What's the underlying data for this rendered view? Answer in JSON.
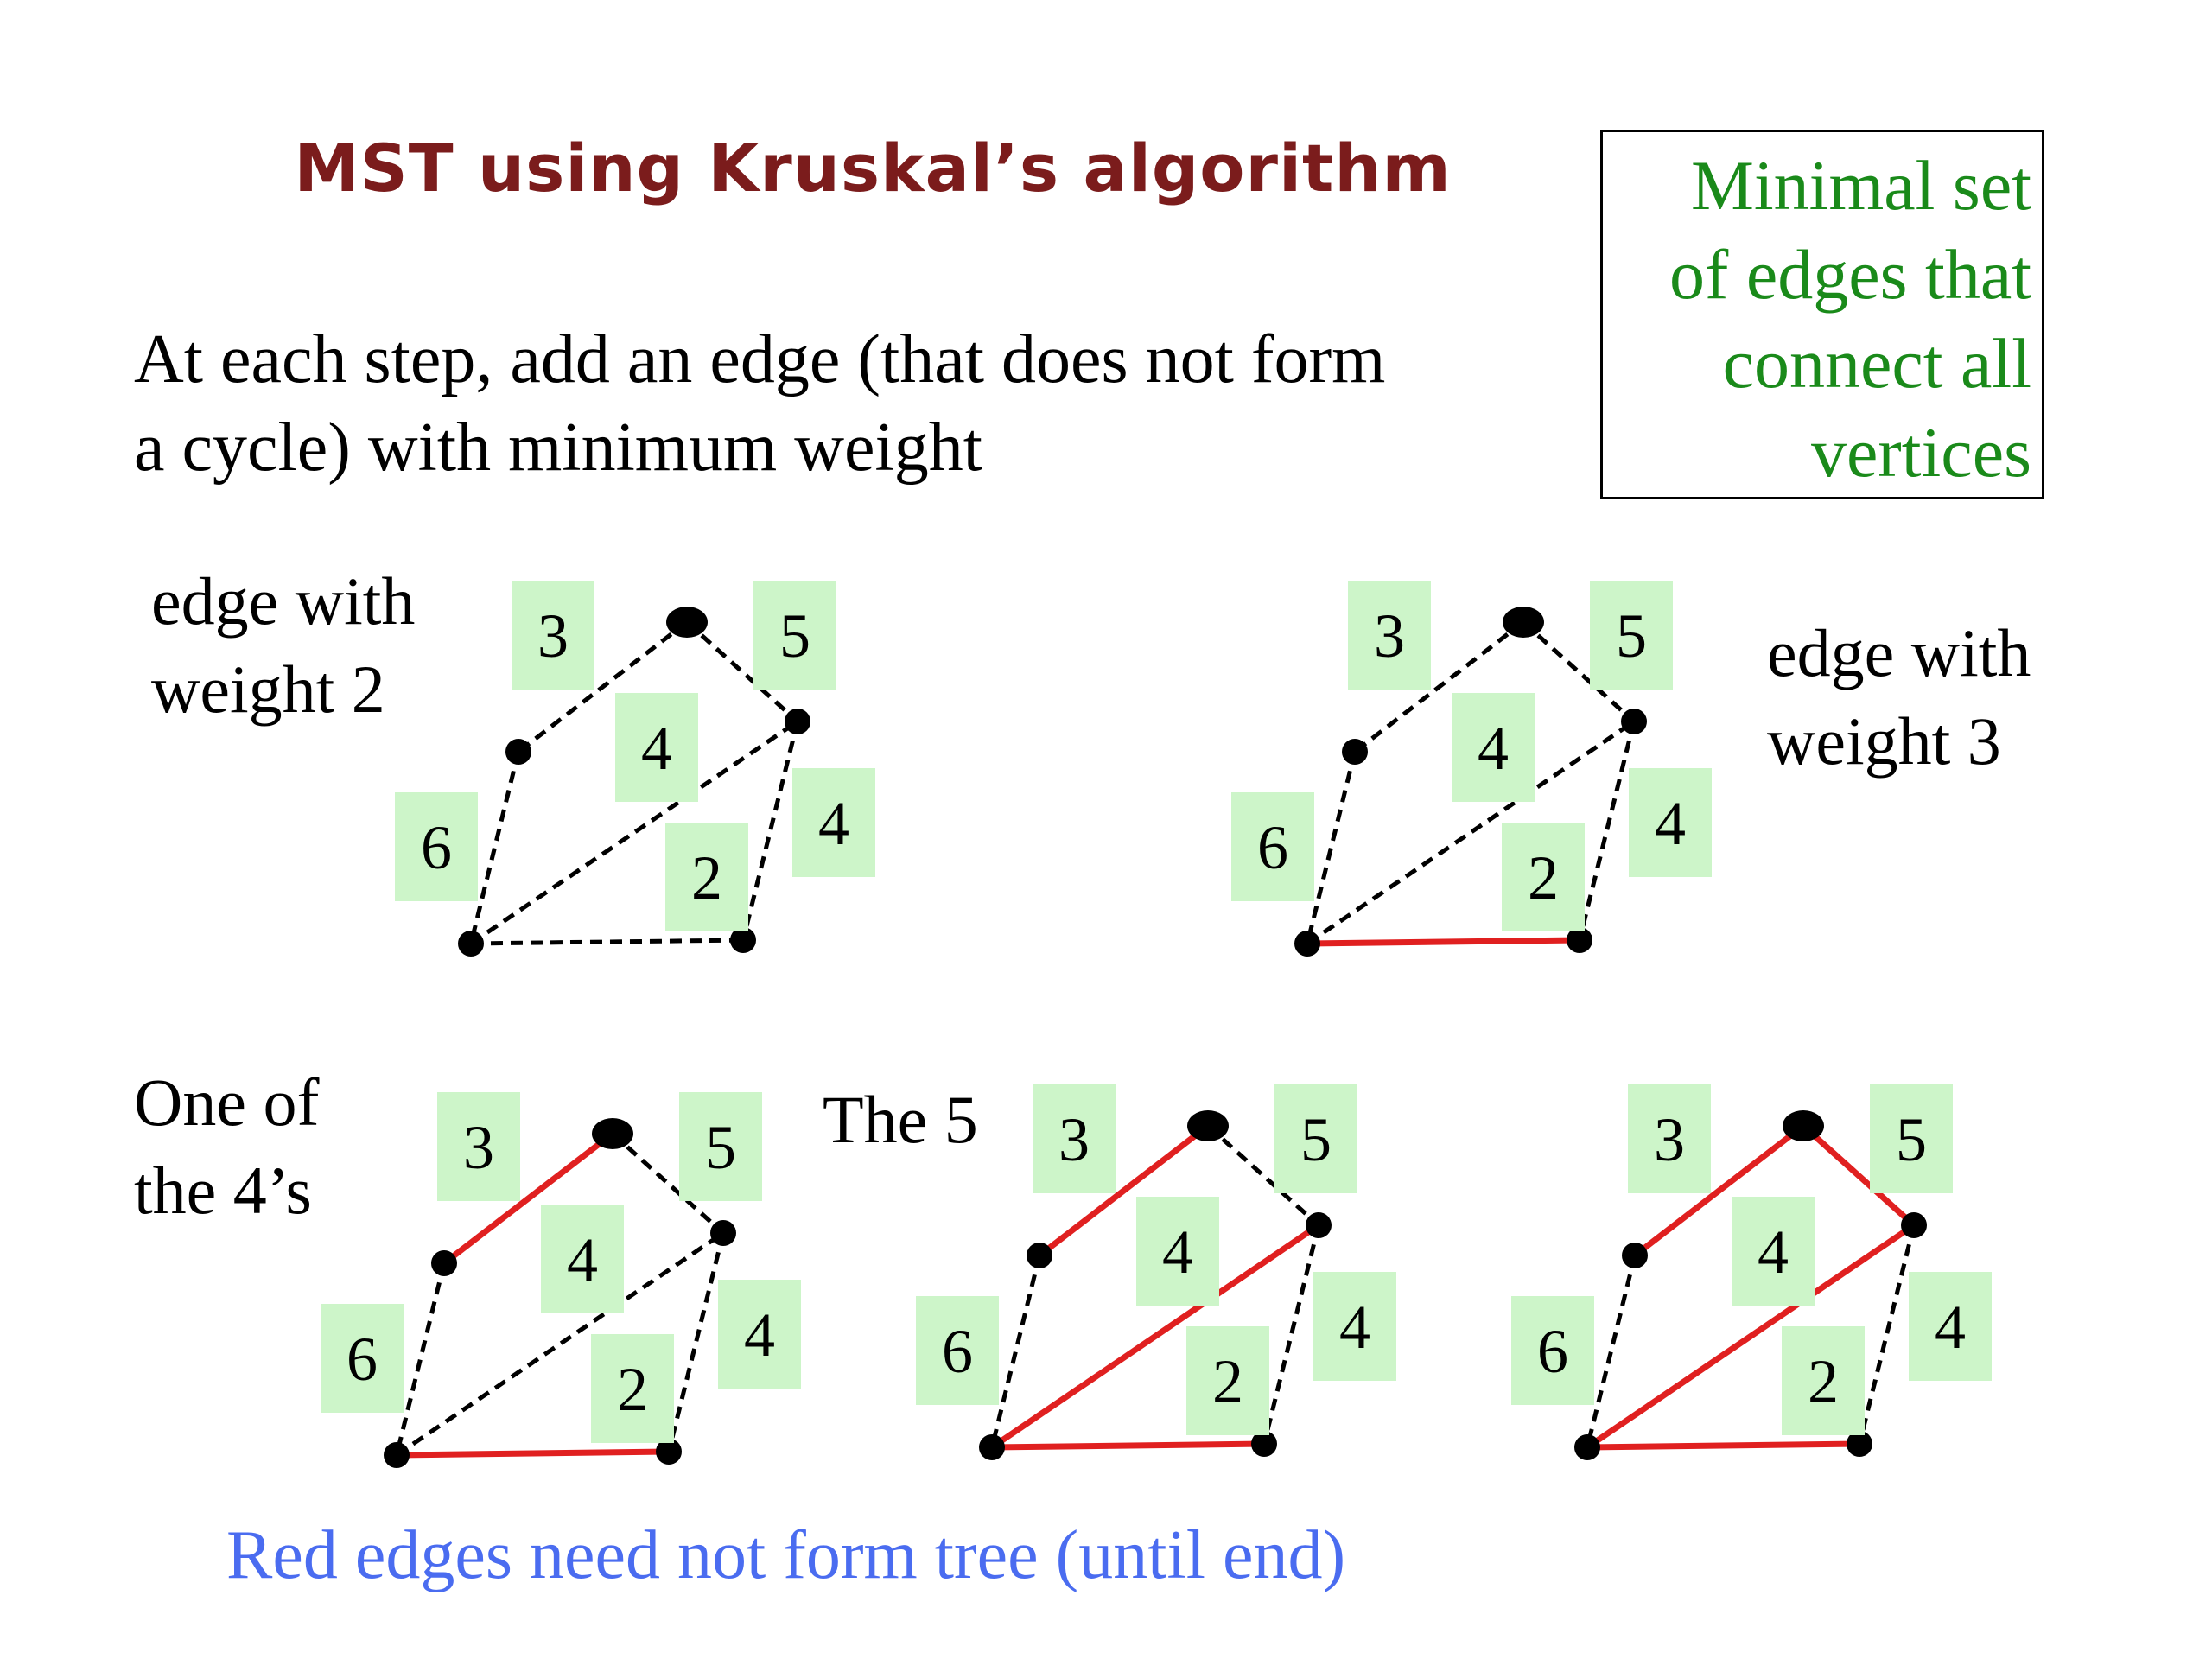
{
  "title": "MST using Kruskal’s algorithm",
  "intro": {
    "line1": "At each step, add an edge (that does not form",
    "line2": "a cycle) with minimum weight"
  },
  "definition_box": {
    "lines": [
      "Minimal set",
      "of edges that",
      "connect all",
      "vertices"
    ]
  },
  "panels": [
    {
      "id": "p1",
      "caption": [
        "edge with",
        "weight 2"
      ],
      "weights": {
        "top_left": "3",
        "top_right": "5",
        "center": "4",
        "right": "4",
        "left": "6",
        "diagonal": "2"
      },
      "red_edges": []
    },
    {
      "id": "p2",
      "caption": [
        "edge with",
        "weight 3"
      ],
      "weights": {
        "top_left": "3",
        "top_right": "5",
        "center": "4",
        "right": "4",
        "left": "6",
        "diagonal": "2"
      },
      "red_edges": [
        "bottom"
      ]
    },
    {
      "id": "p3",
      "caption": [
        "One of",
        "the 4’s"
      ],
      "weights": {
        "top_left": "3",
        "top_right": "5",
        "center": "4",
        "right": "4",
        "left": "6",
        "diagonal": "2"
      },
      "red_edges": [
        "bottom",
        "top_left"
      ]
    },
    {
      "id": "p4",
      "caption": [
        "The 5"
      ],
      "weights": {
        "top_left": "3",
        "top_right": "5",
        "center": "4",
        "right": "4",
        "left": "6",
        "diagonal": "2"
      },
      "red_edges": [
        "bottom",
        "top_left",
        "diagonal"
      ]
    },
    {
      "id": "p5",
      "caption": [],
      "weights": {
        "top_left": "3",
        "top_right": "5",
        "center": "4",
        "right": "4",
        "left": "6",
        "diagonal": "2"
      },
      "red_edges": [
        "bottom",
        "top_left",
        "diagonal",
        "top_right"
      ]
    }
  ],
  "footer": "Red edges need not form tree (until end)",
  "colors": {
    "title": "#7b1c1c",
    "definition_text": "#1a8a1a",
    "footer_text": "#4a6cf0",
    "red_edge": "#e02020",
    "dashed_edge": "#000000",
    "weight_label_bg": "#cdf5c9"
  }
}
